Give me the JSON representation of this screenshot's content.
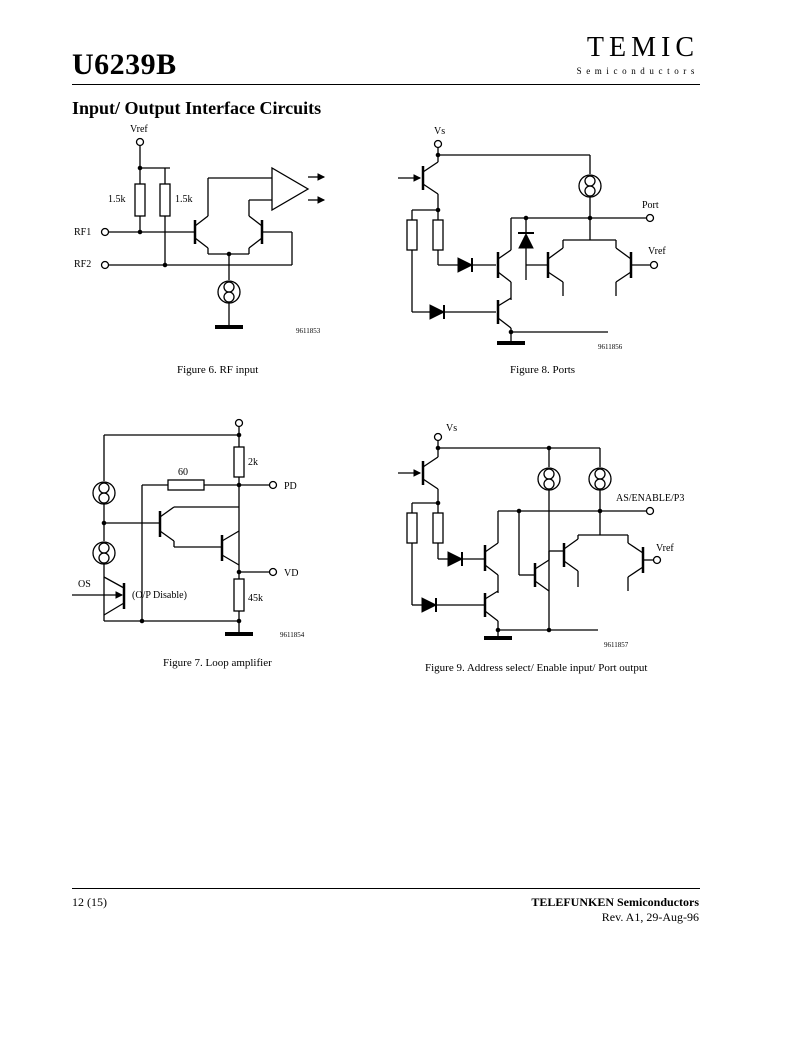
{
  "header": {
    "part_number": "U6239B",
    "brand": "TEMIC",
    "brand_sub": "Semiconductors"
  },
  "section_title": "Input/ Output Interface Circuits",
  "fig6": {
    "caption": "Figure 6.  RF input",
    "labels": {
      "vref": "Vref",
      "r1": "1.5k",
      "r2": "1.5k",
      "rf1": "RF1",
      "rf2": "RF2",
      "id": "9611853"
    }
  },
  "fig8": {
    "caption": "Figure 8.  Ports",
    "labels": {
      "vs": "Vs",
      "port": "Port",
      "vref": "Vref",
      "id": "9611856"
    }
  },
  "fig7": {
    "caption": "Figure 7.  Loop amplifier",
    "labels": {
      "r60": "60",
      "r2k": "2k",
      "pd": "PD",
      "vd": "VD",
      "r45k": "45k",
      "os": "OS",
      "opdis": "(O/P Disable)",
      "id": "9611854"
    }
  },
  "fig9": {
    "caption": "Figure 9.  Address select/ Enable input/ Port output",
    "labels": {
      "vs": "Vs",
      "as": "AS/ENABLE/P3",
      "vref": "Vref",
      "id": "9611857"
    }
  },
  "footer": {
    "page": "12 (15)",
    "company": "TELEFUNKEN Semiconductors",
    "rev": "Rev. A1, 29-Aug-96"
  }
}
